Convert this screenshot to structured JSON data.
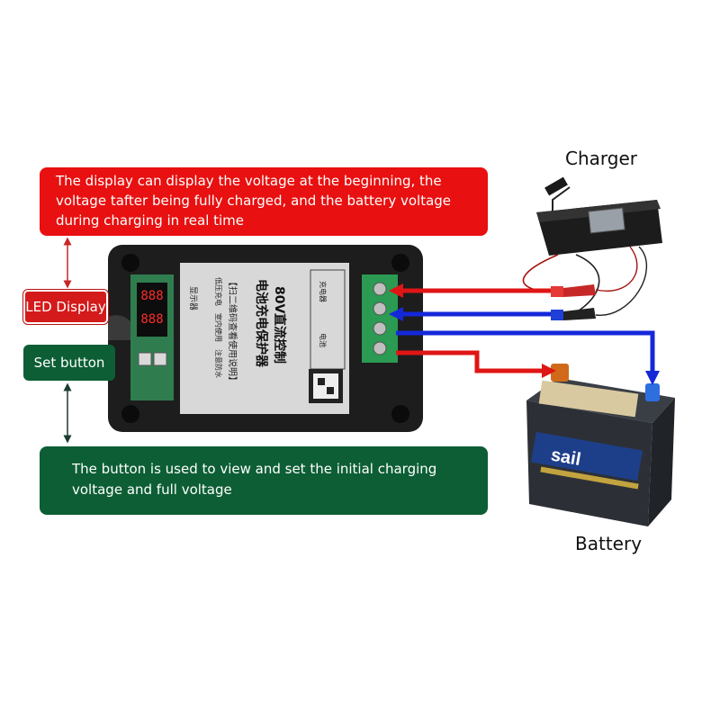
{
  "callouts": {
    "display_desc": "The display can display the voltage at the beginning, the voltage tafter being fully charged, and the battery voltage during charging in real time",
    "led_display": "LED Display",
    "set_button": "Set button",
    "button_desc": "The button is used to view and set the initial charging voltage and full voltage"
  },
  "labels": {
    "charger": "Charger",
    "battery": "Battery"
  },
  "module": {
    "voltage": "80V",
    "title_line1": "直流控制",
    "title_line2": "电池充电保护器",
    "scan_note": "【扫二维码查看使用说明】",
    "tag1": "低压充电",
    "tag2": "室内使用",
    "tag3": "注意防水",
    "display_tag": "显示器",
    "charger_term": "充电器",
    "battery_term": "电池"
  },
  "battery_brand": "sail",
  "colors": {
    "red_arrow": "#e01515",
    "blue_arrow": "#1428d8",
    "red_box": "#e81010",
    "green_box": "#0d5e35"
  }
}
